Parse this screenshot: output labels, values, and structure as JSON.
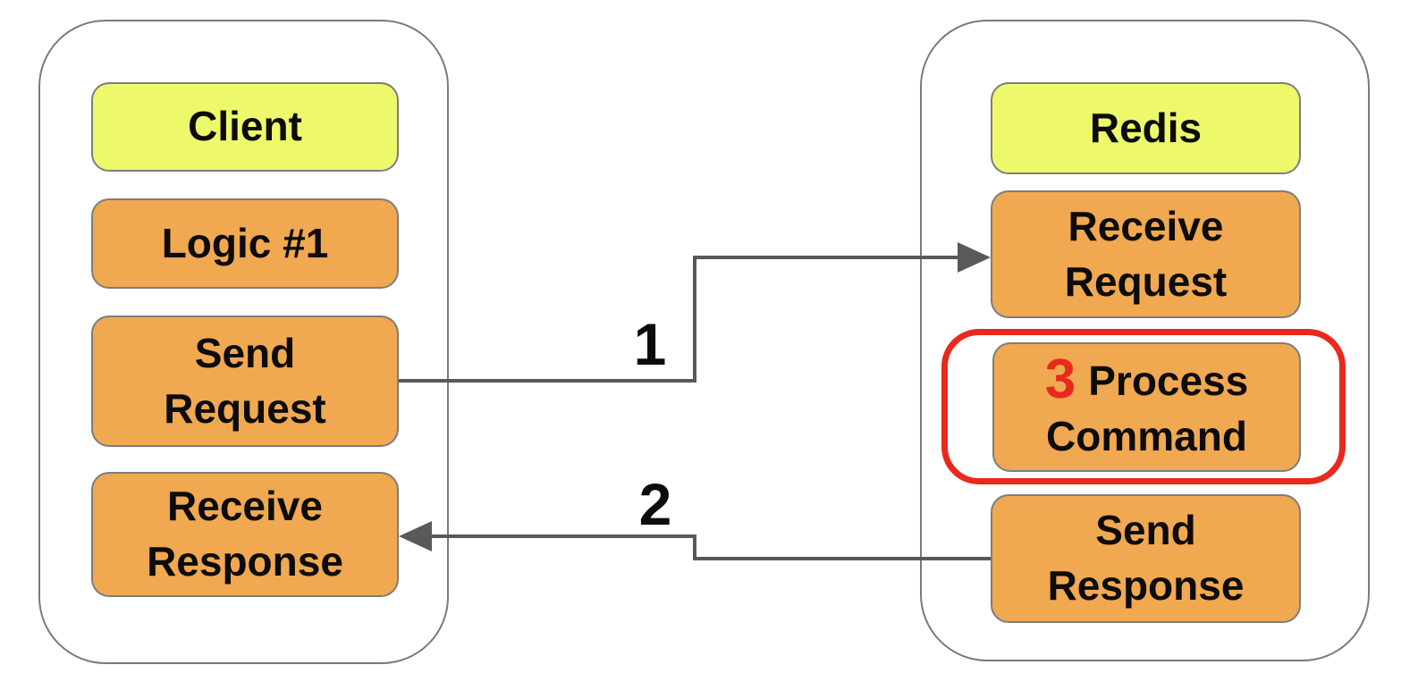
{
  "panels": {
    "client": {
      "header": "Client",
      "nodes": {
        "logic": "Logic #1",
        "send_request": {
          "line1": "Send",
          "line2": "Request"
        },
        "receive_response": {
          "line1": "Receive",
          "line2": "Response"
        }
      }
    },
    "redis": {
      "header": "Redis",
      "nodes": {
        "receive_request": {
          "line1": "Receive",
          "line2": "Request"
        },
        "process_command": {
          "number": "3",
          "line1": "Process",
          "line2": "Command"
        },
        "send_response": {
          "line1": "Send",
          "line2": "Response"
        }
      }
    }
  },
  "arrows": {
    "request": {
      "label": "1"
    },
    "response": {
      "label": "2"
    }
  },
  "colors": {
    "header_fill": "#edf96a",
    "node_fill": "#f0a851",
    "node_border": "#7d7d7d",
    "panel_border": "#7a7a7a",
    "arrow": "#595959",
    "highlight_red": "#e8291c",
    "text": "#0c0c0c"
  }
}
